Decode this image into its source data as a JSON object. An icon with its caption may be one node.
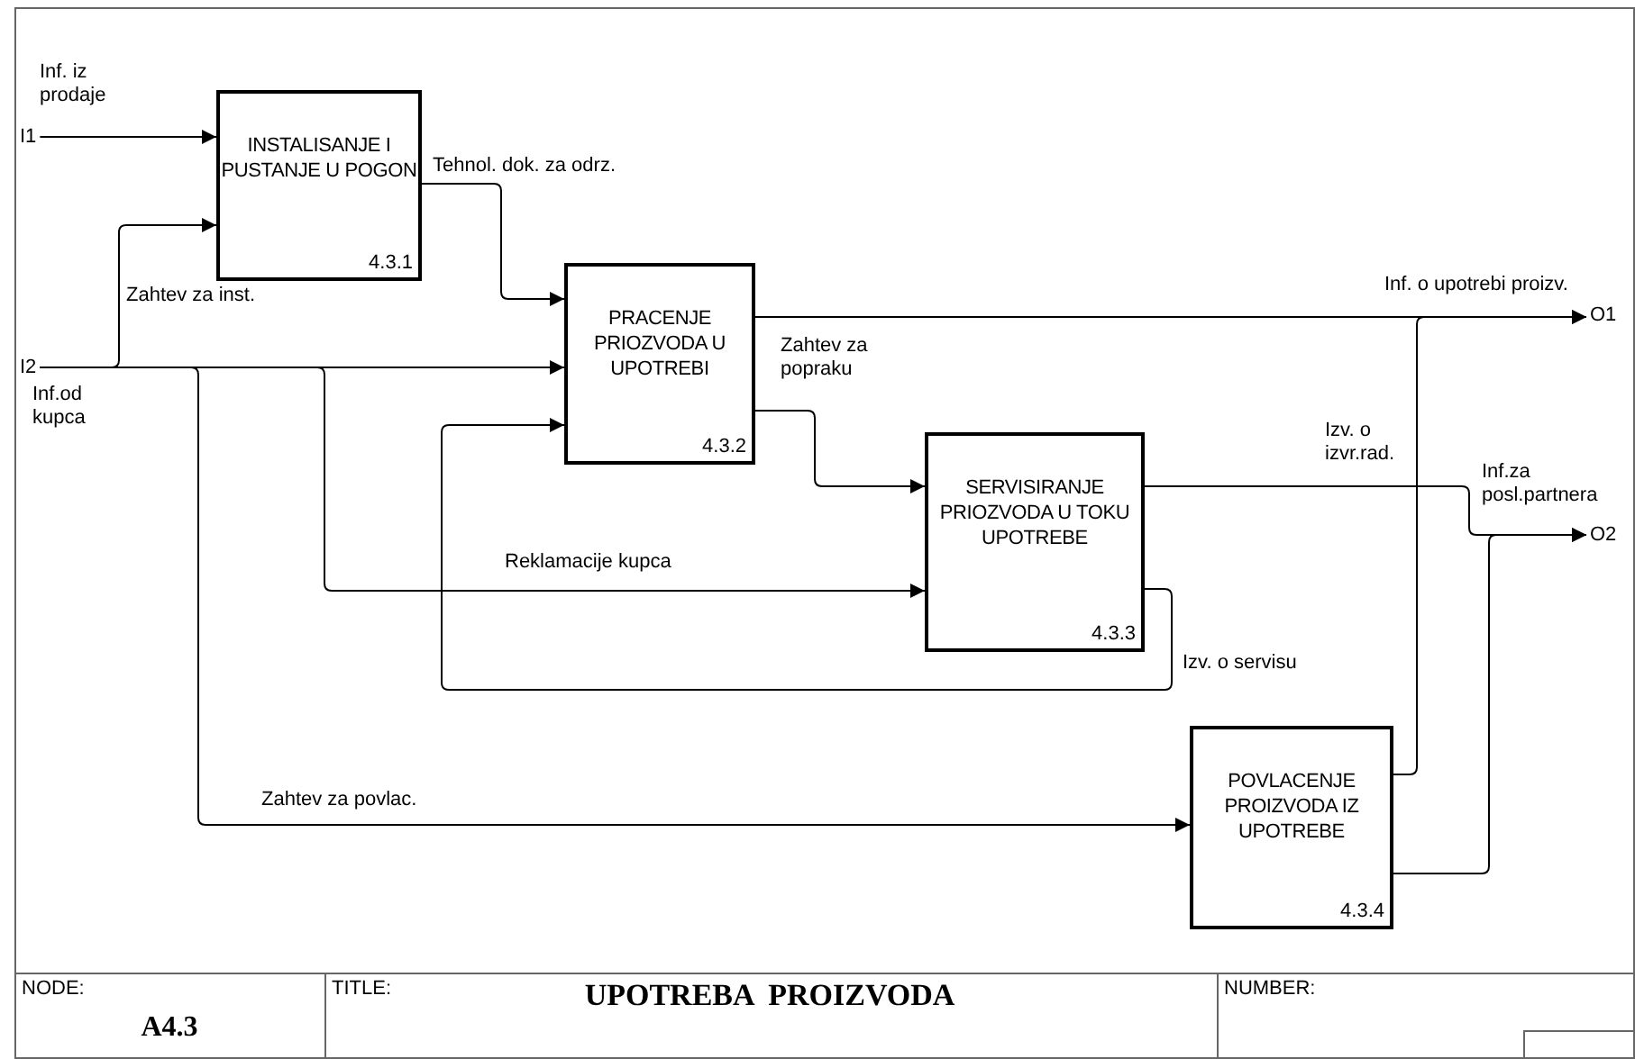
{
  "diagram": {
    "title": "UPOTREBA PROIZVODA",
    "nodes": [
      {
        "text": [
          "INSTALISANJE I PUSTANJE U POGON",
          "4.3.1"
        ]
      },
      {
        "text": [
          "PRACENJE PRIOZVODA U UPOTREBI",
          "4.3.2"
        ]
      },
      {
        "text": [
          "SERVISIRANJE PRIOZVODA U TOKU UPOTREBE",
          "4.3.3"
        ]
      },
      {
        "text": [
          "POVLACENJE PROIZVODA IZ UPOTREBE",
          "4.3.4"
        ]
      },
      {
        "text": [
          "I1"
        ]
      },
      {
        "text": [
          "I2"
        ]
      },
      {
        "text": [
          "O1"
        ]
      },
      {
        "text": [
          "O2"
        ]
      }
    ],
    "edges": [
      {
        "from": 4,
        "to": 0,
        "arrow": "to",
        "label": "Inf. iz prodaje"
      },
      {
        "from": 5,
        "to": 0,
        "arrow": "to",
        "label": "Zahtev za inst."
      },
      {
        "from": 5,
        "to": 1,
        "arrow": "to",
        "label": "Inf.od kupca"
      },
      {
        "from": 5,
        "to": 3,
        "arrow": "to",
        "label": "Zahtev za povlac."
      },
      {
        "from": 5,
        "to": 2,
        "arrow": "to",
        "label": "Reklamacije kupca"
      },
      {
        "from": 0,
        "to": 1,
        "arrow": "to",
        "label": "Tehnol. dok. za odrz."
      },
      {
        "from": 1,
        "to": 6,
        "arrow": "to",
        "label": "Inf. o upotrebi proizv."
      },
      {
        "from": 1,
        "to": 2,
        "arrow": "to",
        "label": "Zahtev za popraku"
      },
      {
        "from": 2,
        "to": 1,
        "arrow": "to",
        "label": "Izv. o servisu"
      },
      {
        "from": 2,
        "to": 7,
        "arrow": "to",
        "label": "Inf.za posl.partnera"
      },
      {
        "from": 3,
        "to": 6,
        "arrow": "to",
        "label": "Izv. o izvr.rad."
      },
      {
        "from": 3,
        "to": 7,
        "arrow": "to"
      }
    ],
    "labels": [
      "NODE:",
      "A4.3",
      "TITLE:",
      "NUMBER:"
    ]
  }
}
